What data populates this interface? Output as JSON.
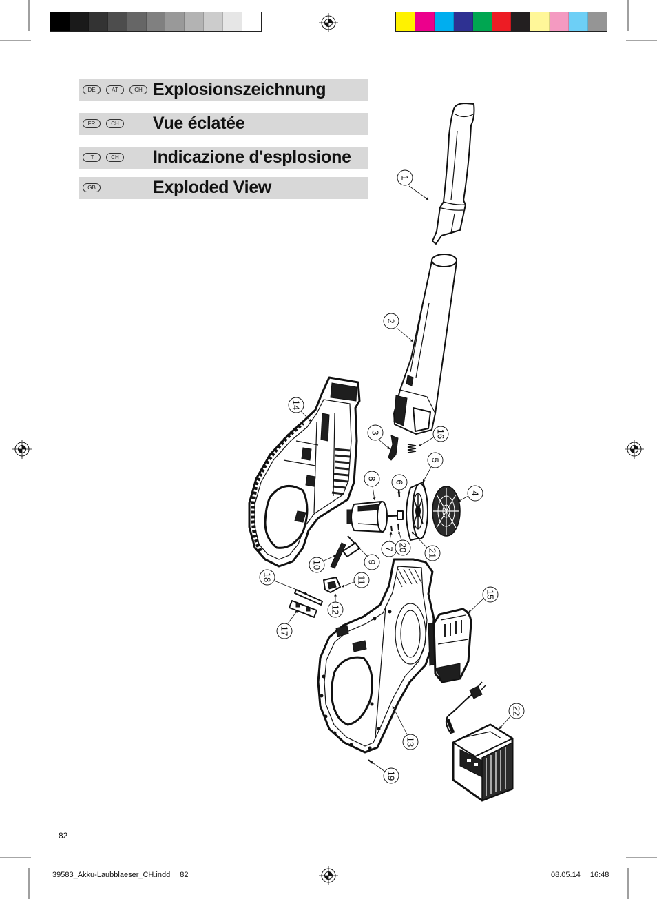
{
  "color_bars": {
    "grayscale": [
      "#000000",
      "#1a1a1a",
      "#333333",
      "#4d4d4d",
      "#666666",
      "#808080",
      "#999999",
      "#b3b3b3",
      "#cccccc",
      "#e6e6e6",
      "#ffffff"
    ],
    "process": [
      "#fff200",
      "#ec008c",
      "#00aeef",
      "#2e3192",
      "#00a651",
      "#ed1c24",
      "#231f20",
      "#fff799",
      "#f49ac1",
      "#6dcff6",
      "#959595"
    ]
  },
  "headings": [
    {
      "badges": [
        "DE",
        "AT",
        "CH"
      ],
      "title": "Explosionszeichnung"
    },
    {
      "badges": [
        "FR",
        "CH"
      ],
      "title": "Vue éclatée"
    },
    {
      "badges": [
        "IT",
        "CH"
      ],
      "title": "Indicazione d'esplosione"
    },
    {
      "badges": [
        "GB"
      ],
      "title": "Exploded View"
    }
  ],
  "callouts": [
    "1",
    "2",
    "3",
    "4",
    "5",
    "6",
    "7",
    "8",
    "9",
    "10",
    "11",
    "12",
    "13",
    "14",
    "15",
    "16",
    "17",
    "18",
    "19",
    "20",
    "21",
    "22"
  ],
  "page_number": "82",
  "slug": {
    "file": "39583_Akku-Laubblaeser_CH.indd",
    "page": "82",
    "date": "08.05.14",
    "time": "16:48"
  },
  "colors": {
    "heading_bar": "#d8d8d8",
    "line": "#111111"
  }
}
